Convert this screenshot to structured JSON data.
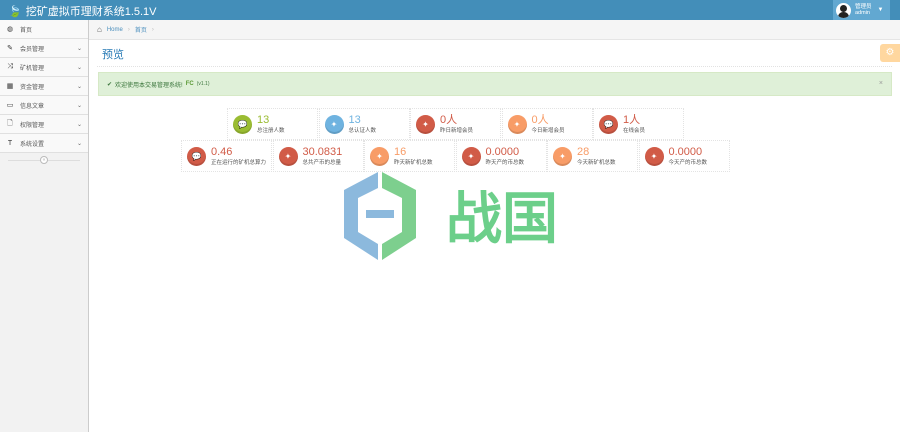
{
  "app": {
    "title": "挖矿虚拟币理财系统1.5.1V"
  },
  "user": {
    "role": "管理员",
    "name": "admin"
  },
  "sidebar": {
    "items": [
      {
        "label": "首页",
        "icon": "dashboard-icon"
      },
      {
        "label": "会员管理",
        "icon": "edit-icon"
      },
      {
        "label": "矿机管理",
        "icon": "random-icon"
      },
      {
        "label": "资金管理",
        "icon": "calendar-icon"
      },
      {
        "label": "信息文章",
        "icon": "list-icon"
      },
      {
        "label": "权限管理",
        "icon": "file-icon"
      },
      {
        "label": "系统设置",
        "icon": "text-icon"
      }
    ]
  },
  "breadcrumb": {
    "home": "Home",
    "current": "首页"
  },
  "page": {
    "title": "预览"
  },
  "alert": {
    "text": "欢迎使用本交易管理系统!",
    "brand": "FC",
    "version": "(v1.1)"
  },
  "stats": {
    "row1": [
      {
        "value": "13",
        "label": "总注册人数",
        "color": "#9abc32",
        "icon": "comments-icon"
      },
      {
        "value": "13",
        "label": "总认证人数",
        "color": "#6fb3e0",
        "icon": "twitter-icon"
      },
      {
        "value": "0人",
        "label": "昨日新增会员",
        "color": "#d15b47",
        "icon": "twitter-icon"
      },
      {
        "value": "0人",
        "label": "今日新增会员",
        "color": "#f89c67",
        "icon": "twitter-icon"
      },
      {
        "value": "1人",
        "label": "在线会员",
        "color": "#d15b47",
        "icon": "comments-icon"
      }
    ],
    "row2": [
      {
        "value": "0.46",
        "label": "正在运行的矿机总算力",
        "color": "#d15b47",
        "icon": "comments-icon"
      },
      {
        "value": "30.0831",
        "label": "总共产币的总量",
        "color": "#d15b47",
        "icon": "twitter-icon"
      },
      {
        "value": "16",
        "label": "昨天新矿机总数",
        "color": "#f89c67",
        "icon": "twitter-icon"
      },
      {
        "value": "0.0000",
        "label": "昨天产的币总数",
        "color": "#d15b47",
        "icon": "twitter-icon"
      },
      {
        "value": "28",
        "label": "今天新矿机总数",
        "color": "#f89c67",
        "icon": "twitter-icon"
      },
      {
        "value": "0.0000",
        "label": "今天产的币总数",
        "color": "#d15b47",
        "icon": "twitter-icon"
      }
    ]
  },
  "watermark": {
    "text": "战国"
  }
}
